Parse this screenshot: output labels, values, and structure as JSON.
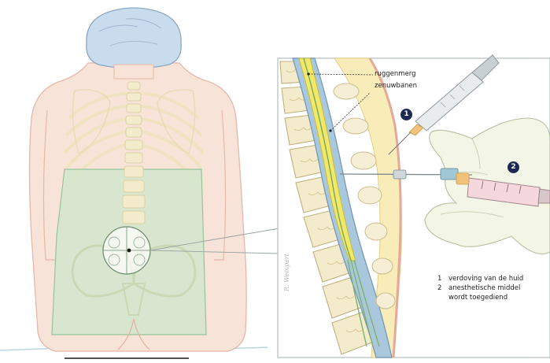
{
  "labels": {
    "spinal_cord": "ruggenmerg",
    "nerve_roots": "zenuwbanen"
  },
  "markers": [
    {
      "number": "1"
    },
    {
      "number": "2"
    }
  ],
  "legend": [
    {
      "number": "1",
      "text": "verdoving van de huid"
    },
    {
      "number": "2",
      "text": "anesthetische middel"
    },
    {
      "number": "",
      "text": "wordt toegediend"
    }
  ],
  "signature": "R. Wempert",
  "colors": {
    "skin": "#f6dccf",
    "skin_outline": "#e7b8a8",
    "bone": "#f3ebcb",
    "bone_outline": "#cfc39a",
    "highlight_region": "#cfe7cc",
    "spinal_cord": "#f1e86a",
    "nerve_green": "#8cbf7a",
    "csf_blue": "#8fb3cf",
    "hair_cap": "#c7d9ec",
    "glove": "#f3f6e6",
    "marker": "#1d2a55"
  },
  "icons": {
    "syringe_1": "syringe-icon",
    "syringe_2": "syringe-icon",
    "spinal_needle": "needle-icon"
  }
}
